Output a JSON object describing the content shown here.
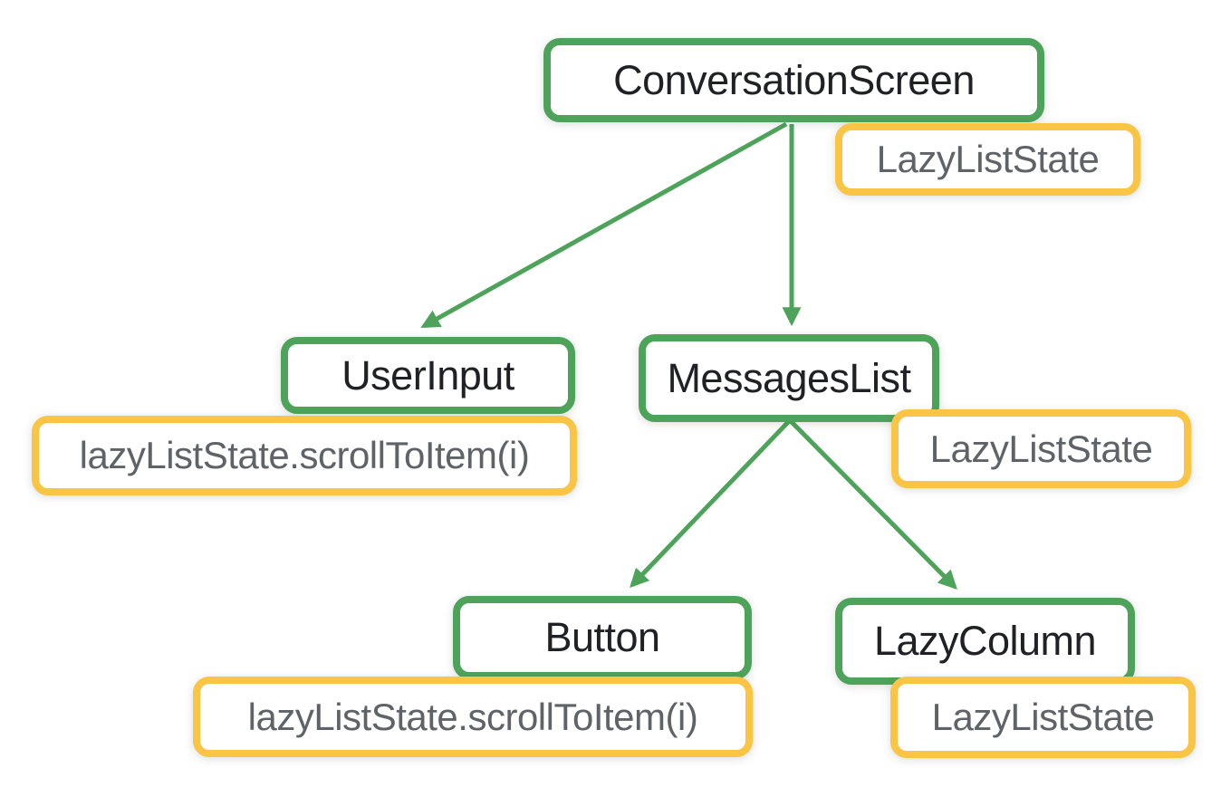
{
  "colors": {
    "green": "#4ea35a",
    "yellow": "#fac444",
    "text_dark": "#202124",
    "text_gray": "#5f6368",
    "bg": "#ffffff"
  },
  "diagram": {
    "description": "Composable tree with hoisted LazyListState",
    "nodes": [
      {
        "id": "conversation-screen",
        "kind": "composable",
        "label": "ConversationScreen"
      },
      {
        "id": "lazyliststate-top",
        "kind": "state",
        "label": "LazyListState"
      },
      {
        "id": "user-input",
        "kind": "composable",
        "label": "UserInput"
      },
      {
        "id": "scrolltoitem-left",
        "kind": "state",
        "label": "lazyListState.scrollToItem(i)"
      },
      {
        "id": "messages-list",
        "kind": "composable",
        "label": "MessagesList"
      },
      {
        "id": "lazyliststate-mid",
        "kind": "state",
        "label": "LazyListState"
      },
      {
        "id": "button",
        "kind": "composable",
        "label": "Button"
      },
      {
        "id": "scrolltoitem-bottom",
        "kind": "state",
        "label": "lazyListState.scrollToItem(i)"
      },
      {
        "id": "lazy-column",
        "kind": "composable",
        "label": "LazyColumn"
      },
      {
        "id": "lazyliststate-bottom",
        "kind": "state",
        "label": "LazyListState"
      }
    ],
    "edges": [
      {
        "from": "conversation-screen",
        "to": "user-input"
      },
      {
        "from": "conversation-screen",
        "to": "messages-list"
      },
      {
        "from": "messages-list",
        "to": "button"
      },
      {
        "from": "messages-list",
        "to": "lazy-column"
      }
    ]
  }
}
